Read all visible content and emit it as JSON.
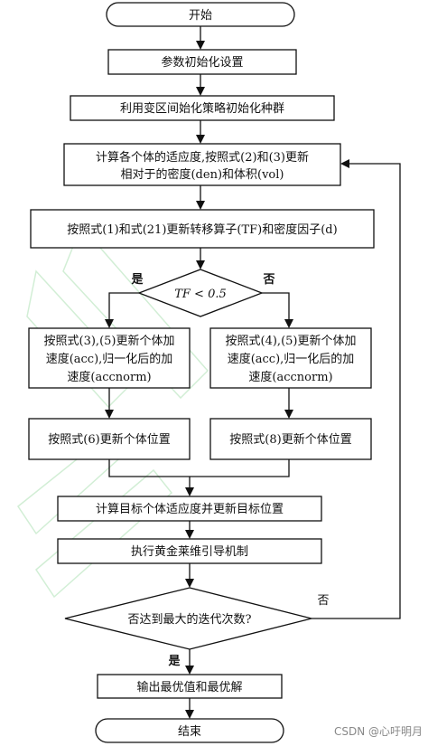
{
  "flowchart": {
    "start_label": "开始",
    "step_init_params": "参数初始化设置",
    "step_init_population": "利用变区间始化策略初始化种群",
    "step_compute_fitness_line1": "计算各个体的适应度,按照式(2)和(3)更新",
    "step_compute_fitness_line2": "相对于的密度(den)和体积(vol)",
    "step_update_tf": "按照式(1)和式(21)更新转移算子(TF)和密度因子(d)",
    "decision_tf": "TF < 0.5",
    "yes_label": "是",
    "no_label": "否",
    "left_accel_line1": "按照式(3),(5)更新个体加",
    "left_accel_line2": "速度(acc),归一化后的加",
    "left_accel_line3": "速度(accnorm)",
    "right_accel_line1": "按照式(4),(5)更新个体加",
    "right_accel_line2": "速度(acc),归一化后的加",
    "right_accel_line3": "速度(accnorm)",
    "left_position": "按照式(6)更新个体位置",
    "right_position": "按照式(8)更新个体位置",
    "step_target_update": "计算目标个体适应度并更新目标位置",
    "step_golden": "执行黄金莱维引导机制",
    "decision_max_iter": "否达到最大的迭代次数?",
    "loop_no_label": "否",
    "exit_yes_label": "是",
    "step_output": "输出最优值和最优解",
    "end_label": "结束"
  },
  "watermark": "CSDN @心吁明月",
  "colors": {
    "stroke": "#111111",
    "fill": "#ffffff",
    "watermark_green": "#7fd08a"
  }
}
